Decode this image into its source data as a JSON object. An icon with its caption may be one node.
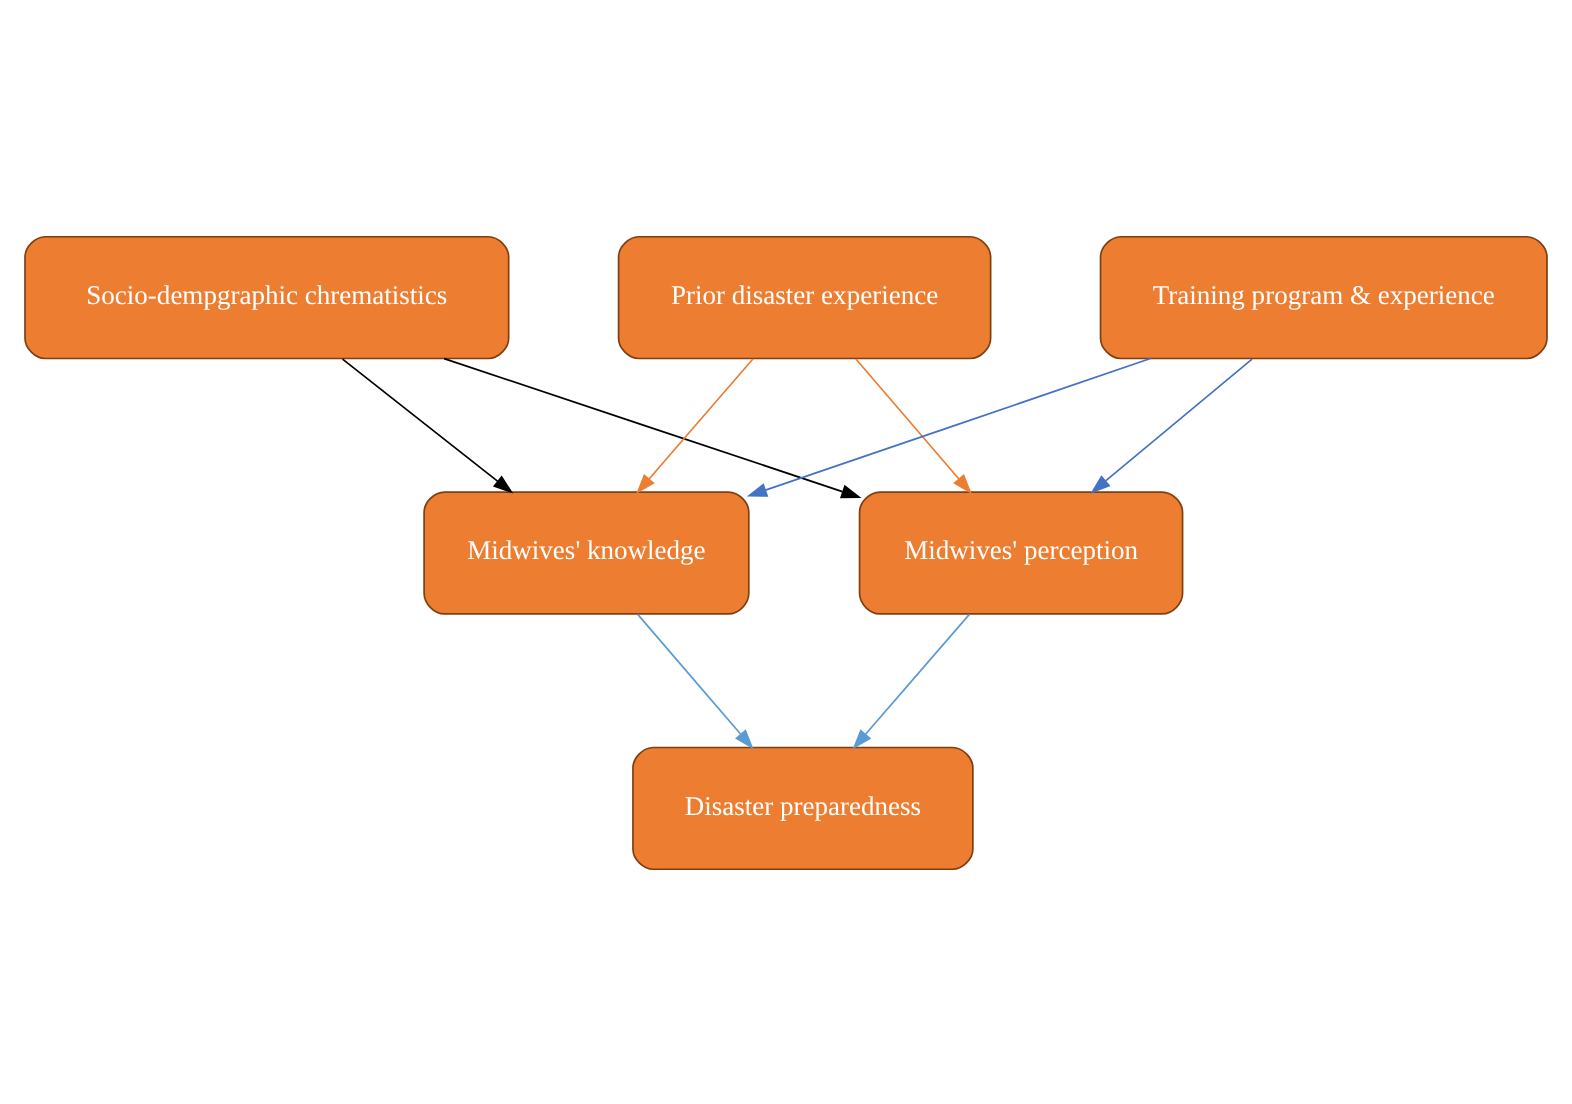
{
  "diagram": {
    "nodes": [
      {
        "text": [
          "Socio-dempgraphic chrematistics"
        ]
      },
      {
        "text": [
          "Prior disaster experience"
        ]
      },
      {
        "text": [
          "Training program & experience"
        ]
      },
      {
        "text": [
          "Midwives' knowledge"
        ]
      },
      {
        "text": [
          "Midwives' perception"
        ]
      },
      {
        "text": [
          "Disaster preparedness"
        ]
      }
    ],
    "edges": [
      {
        "from": 0,
        "to": 3,
        "arrow": "to",
        "color": "#000000"
      },
      {
        "from": 0,
        "to": 4,
        "arrow": "to",
        "color": "#000000"
      },
      {
        "from": 1,
        "to": 3,
        "arrow": "to",
        "color": "#ed7d31"
      },
      {
        "from": 1,
        "to": 4,
        "arrow": "to",
        "color": "#ed7d31"
      },
      {
        "from": 2,
        "to": 3,
        "arrow": "to",
        "color": "#4472c4"
      },
      {
        "from": 2,
        "to": 4,
        "arrow": "to",
        "color": "#4472c4"
      },
      {
        "from": 3,
        "to": 5,
        "arrow": "to",
        "color": "#5b9bd5"
      },
      {
        "from": 4,
        "to": 5,
        "arrow": "to",
        "color": "#5b9bd5"
      }
    ]
  }
}
